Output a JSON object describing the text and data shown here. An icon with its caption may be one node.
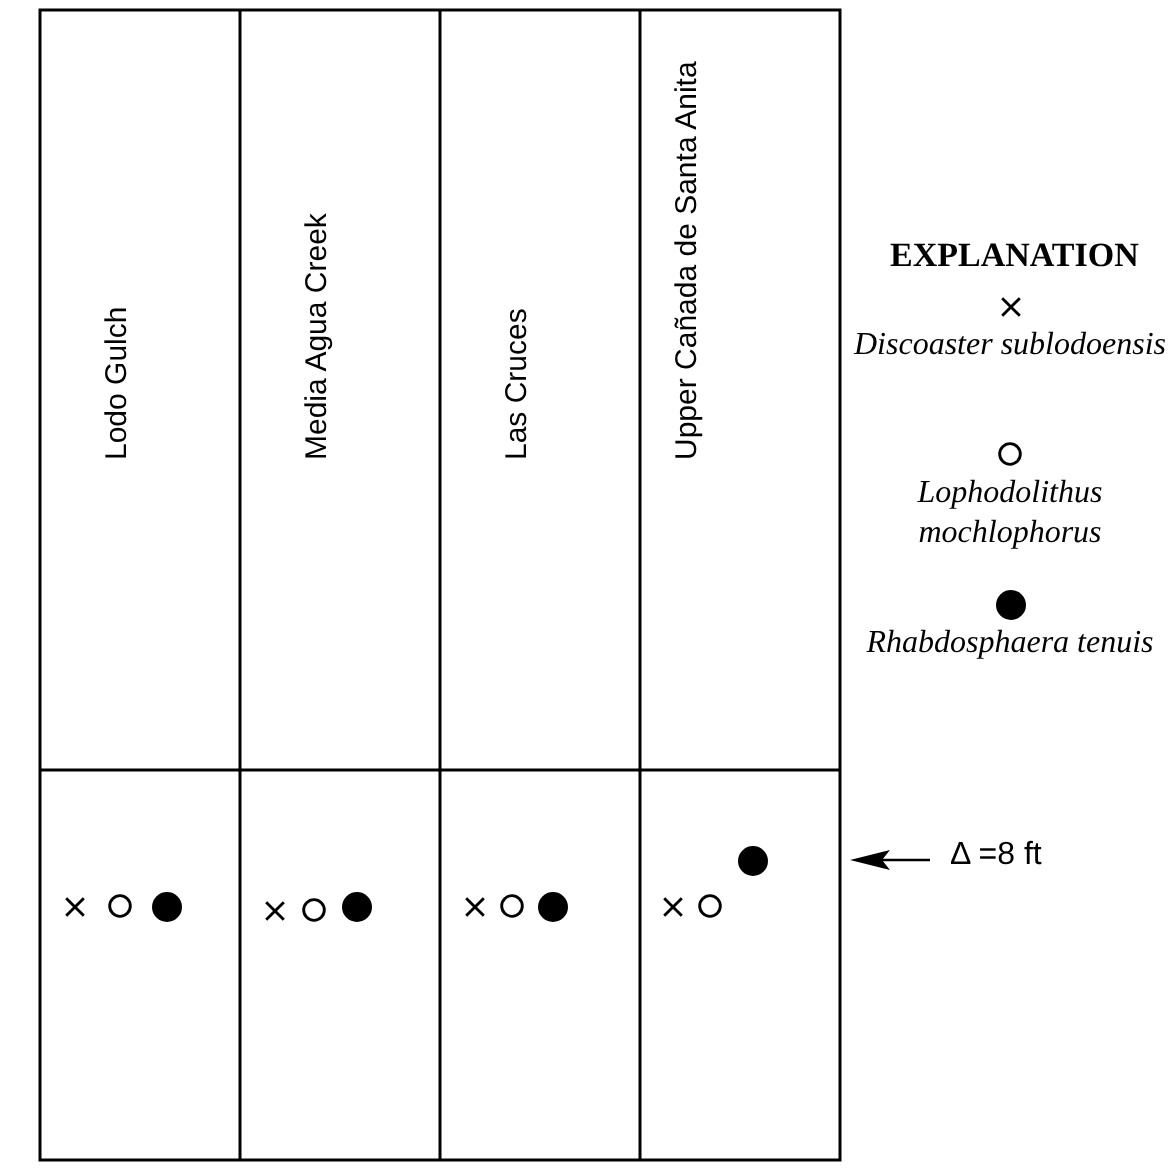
{
  "diagram": {
    "labels": [
      "Lodo Gulch",
      "Media Agua Creek",
      "Las Cruces",
      "Upper Cañada de Santa Anita",
      "EXPLANATION",
      "Δ =8 ft"
    ],
    "legend": [
      {
        "text": "Discoaster sublodoensis"
      },
      {
        "text": "Lophodolithus mochlophorus"
      },
      {
        "text": "Rhabdosphaera tenuis"
      }
    ]
  }
}
